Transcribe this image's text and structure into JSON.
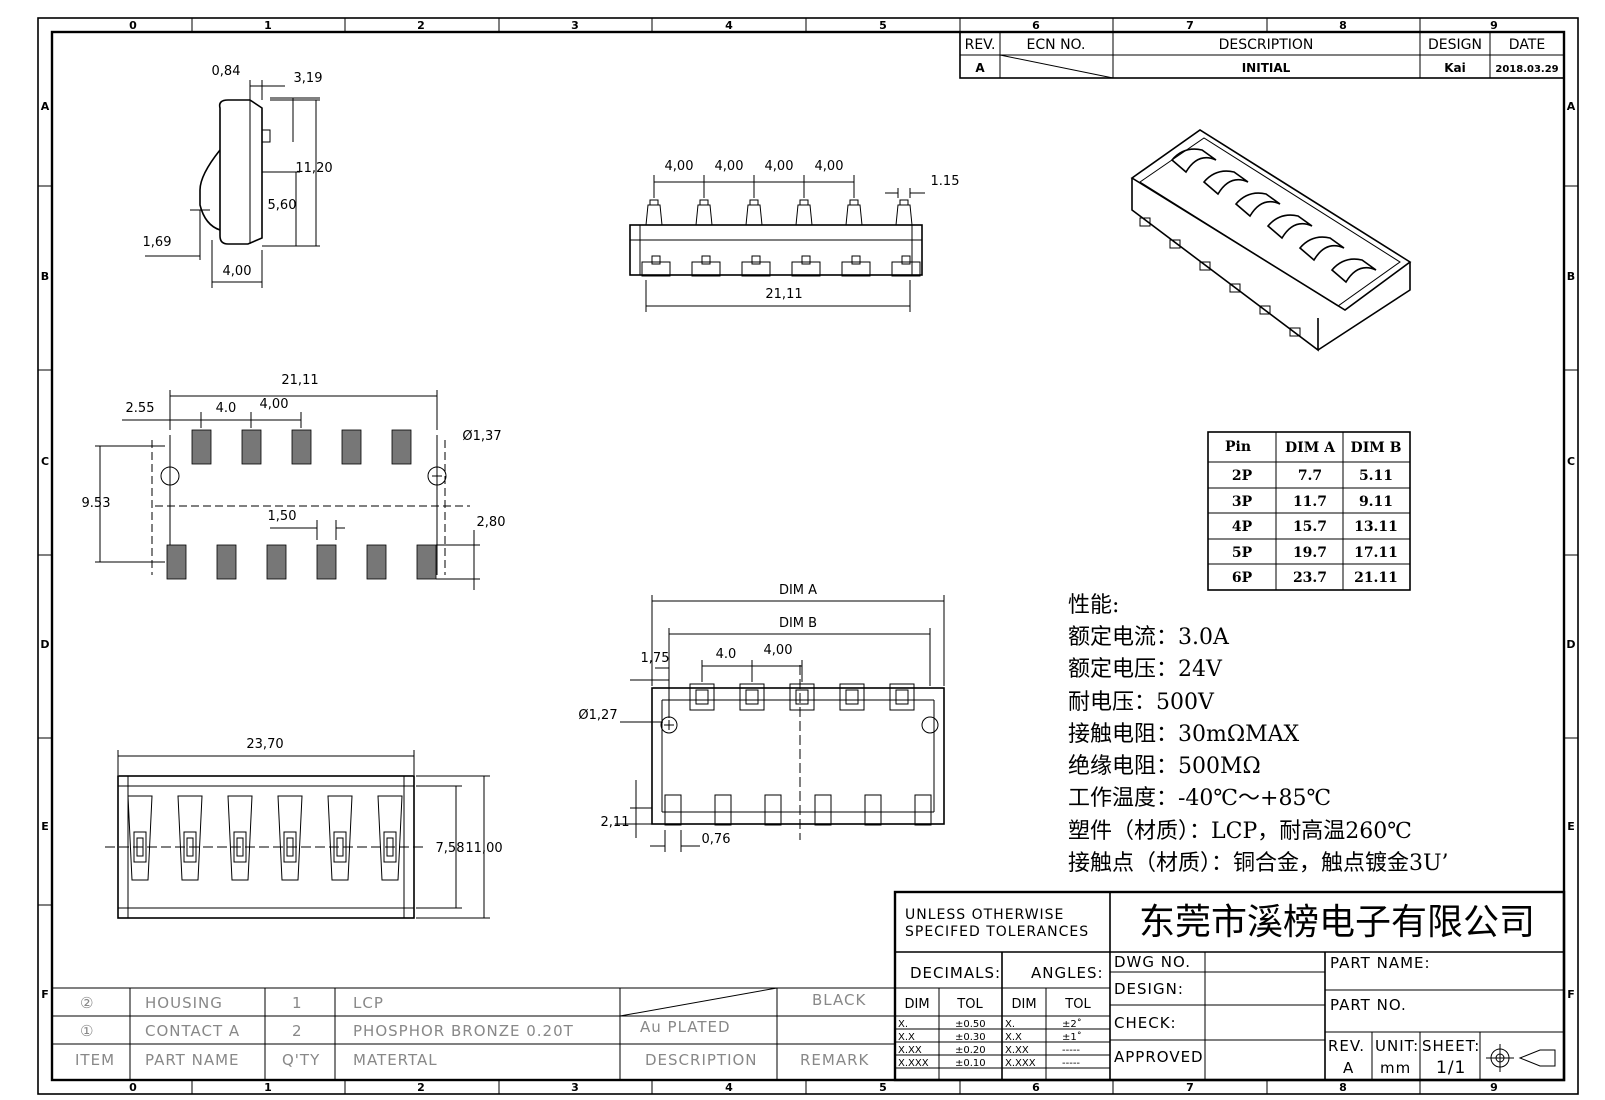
{
  "border": {
    "cols_top": [
      "0",
      "1",
      "2",
      "3",
      "4",
      "5",
      "6",
      "7",
      "8",
      "9"
    ],
    "cols_bottom": [
      "0",
      "1",
      "2",
      "3",
      "4",
      "5",
      "6",
      "7",
      "8",
      "9"
    ],
    "rows": [
      "A",
      "B",
      "C",
      "D",
      "E",
      "F"
    ]
  },
  "revision": {
    "headers": {
      "rev": "REV.",
      "ecn": "ECN  NO.",
      "desc": "DESCRIPTION",
      "design": "DESIGN",
      "date": "DATE"
    },
    "row": {
      "rev": "A",
      "desc": "INITIAL",
      "design": "Kai",
      "date": "2018.03.29"
    }
  },
  "side_view": {
    "d1": "0,84",
    "d2": "3,19",
    "d3": "11,20",
    "d4": "5,60",
    "d5": "1,69",
    "d6": "4,00"
  },
  "front_view": {
    "pitch": [
      "4,00",
      "4,00",
      "4,00",
      "4,00"
    ],
    "pin_w": "1.15",
    "len": "21,11"
  },
  "pad_layout": {
    "len": "21,11",
    "d255": "2.55",
    "d40": "4.0",
    "d400": "4,00",
    "hole": "Ø1,37",
    "d953": "9.53",
    "d150": "1,50",
    "d280": "2,80"
  },
  "top_view": {
    "len": "23,70",
    "h1": "7,58",
    "h2": "11,00"
  },
  "bottom_view": {
    "dima": "DIM A",
    "dimb": "DIM B",
    "d175": "1,75",
    "d40": "4.0",
    "d400": "4,00",
    "hole": "Ø1,27",
    "d211": "2,11",
    "d076": "0,76"
  },
  "pin_table": {
    "headers": [
      "Pin",
      "DIM A",
      "DIM B"
    ],
    "rows": [
      [
        "2P",
        "7.7",
        "5.11"
      ],
      [
        "3P",
        "11.7",
        "9.11"
      ],
      [
        "4P",
        "15.7",
        "13.11"
      ],
      [
        "5P",
        "19.7",
        "17.11"
      ],
      [
        "6P",
        "23.7",
        "21.11"
      ]
    ]
  },
  "specs": {
    "title": "性能:",
    "lines": [
      "额定电流：3.0A",
      "额定电压：24V",
      "耐电压：500V",
      "接触电阻：30mΩMAX",
      "绝缘电阻：500MΩ",
      "工作温度：-40℃～+85℃",
      "塑件（材质）：LCP，耐高温260℃",
      "接触点（材质）：铜合金，触点镀金3U’"
    ]
  },
  "title_block": {
    "tol_head1": "UNLESS  OTHERWISE",
    "tol_head2": "SPECIFED  TOLERANCES",
    "company": "东莞市溪榜电子有限公司",
    "decimals": "DECIMALS:",
    "angles": "ANGLES:",
    "dim": "DIM",
    "tol": "TOL",
    "dec_rows": [
      [
        "X.",
        "±0.50"
      ],
      [
        "X.X",
        "±0.30"
      ],
      [
        "X.XX",
        "±0.20"
      ],
      [
        "X.XXX",
        "±0.10"
      ]
    ],
    "ang_rows": [
      [
        "X.",
        "±2˚"
      ],
      [
        "X.X",
        "±1˚"
      ],
      [
        "X.XX",
        "-----"
      ],
      [
        "X.XXX",
        "-----"
      ]
    ],
    "dwg_no": "DWG  NO.",
    "design": "DESIGN:",
    "check": "CHECK:",
    "approved": "APPROVED",
    "part_name": "PART  NAME:",
    "part_no": "PART  NO.",
    "rev": "REV.",
    "rev_val": "A",
    "unit": "UNIT:",
    "unit_val": "mm",
    "sheet": "SHEET:",
    "sheet_val": "1/1"
  },
  "bom": {
    "rows": [
      [
        "②",
        "HOUSING",
        "1",
        "LCP",
        "",
        "BLACK"
      ],
      [
        "①",
        "CONTACT  A",
        "2",
        "PHOSPHOR  BRONZE  0.20T",
        "Au  PLATED",
        ""
      ],
      [
        "ITEM",
        "PART  NAME",
        "Q'TY",
        "MATERTAL",
        "DESCRIPTION",
        "REMARK"
      ]
    ]
  }
}
